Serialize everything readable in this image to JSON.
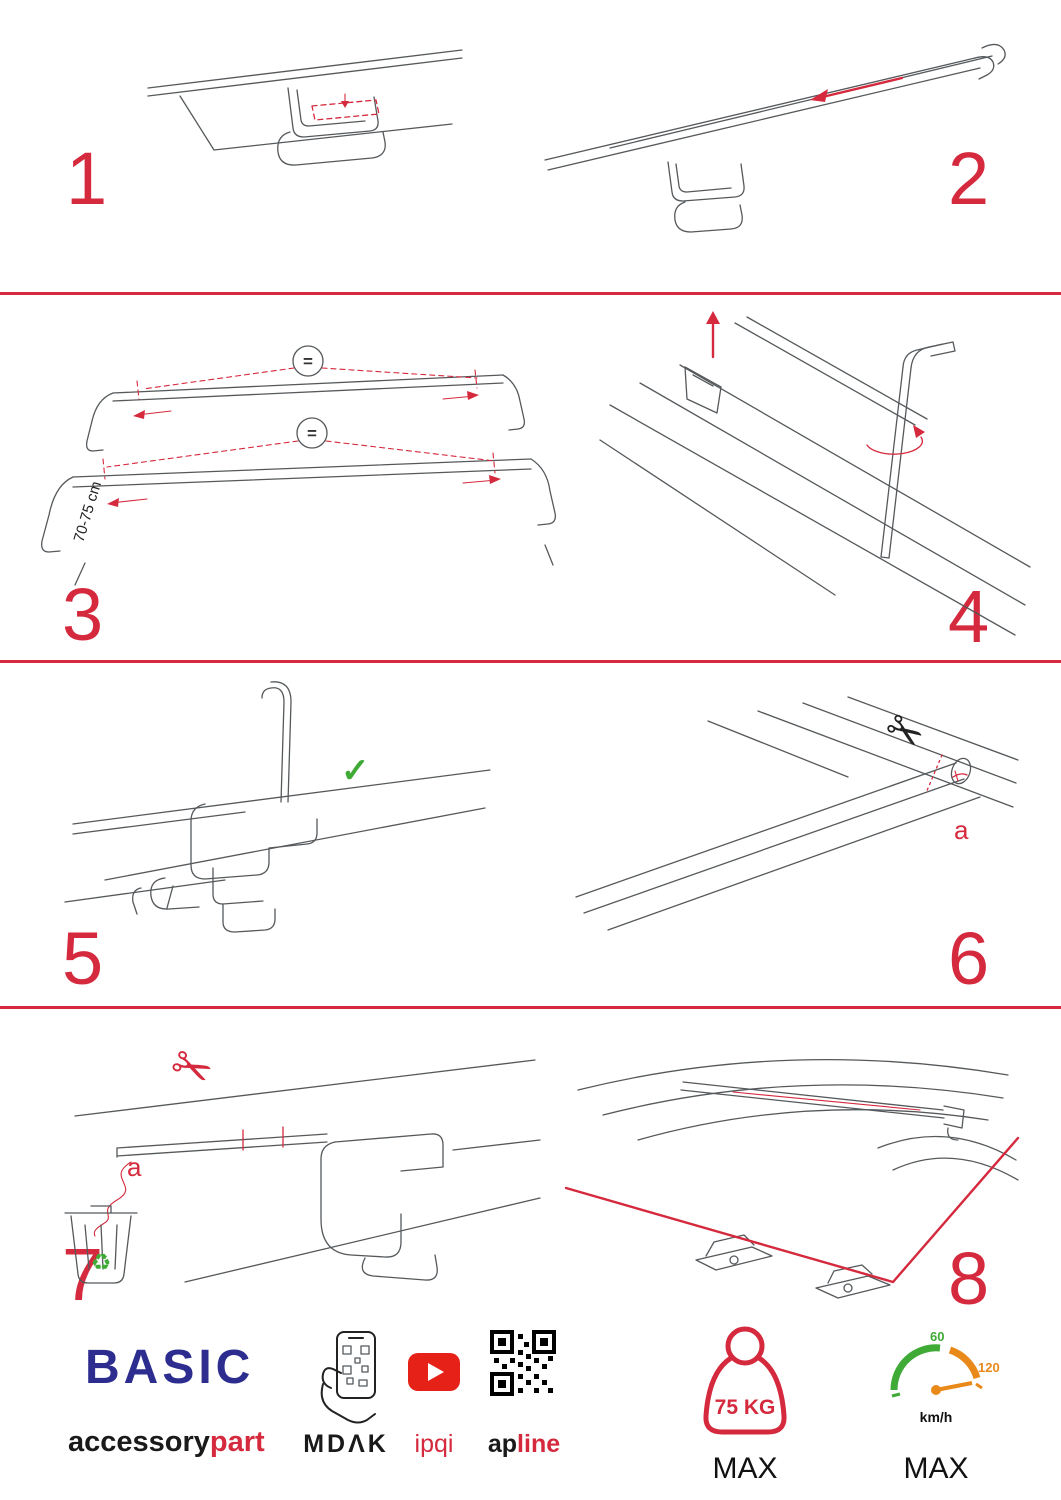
{
  "steps": [
    {
      "n": "1"
    },
    {
      "n": "2"
    },
    {
      "n": "3"
    },
    {
      "n": "4"
    },
    {
      "n": "5"
    },
    {
      "n": "6"
    },
    {
      "n": "7"
    },
    {
      "n": "8"
    }
  ],
  "annotations": {
    "equal_top": "=",
    "equal_bottom": "=",
    "measurement": "70-75 cm",
    "check": "✓",
    "scissors": "✂",
    "letter_a_6": "a",
    "letter_a_7": "a",
    "recycle": "♻"
  },
  "footer": {
    "brand": "BASIC",
    "brand_sub_black": "accessory",
    "brand_sub_red": "part",
    "logo_mdak": "MDΛK",
    "logo_ipqi": "ipqi",
    "logo_apline_black": "ap",
    "logo_apline_red": "line",
    "weight_value": "75 KG",
    "weight_max": "MAX",
    "speed_60": "60",
    "speed_120": "120",
    "speed_unit": "km/h",
    "speed_max": "MAX"
  },
  "colors": {
    "accent_red": "#d5293d",
    "brand_blue": "#2d2d8f",
    "green": "#3faa35",
    "orange": "#e8891a"
  }
}
